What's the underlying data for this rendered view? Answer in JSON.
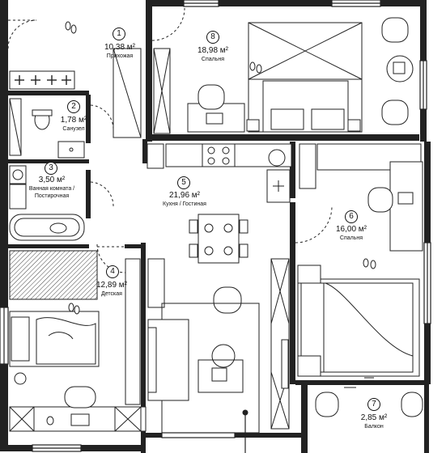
{
  "rooms": [
    {
      "number": "1",
      "area": "10,38 м²",
      "name": "Прихожая"
    },
    {
      "number": "2",
      "area": "1,78 м²",
      "name": "Санузел"
    },
    {
      "number": "3",
      "area": "3,50 м²",
      "name": "Ванная комната / Постирочная"
    },
    {
      "number": "4",
      "area": "12,89 м²",
      "name": "Детская"
    },
    {
      "number": "5",
      "area": "21,96 м²",
      "name": "Кухня / Гостиная"
    },
    {
      "number": "6",
      "area": "16,00 м²",
      "name": "Спальня"
    },
    {
      "number": "7",
      "area": "2,85 м²",
      "name": "Балкон"
    },
    {
      "number": "8",
      "area": "18,98 м²",
      "name": "Спальня"
    }
  ]
}
